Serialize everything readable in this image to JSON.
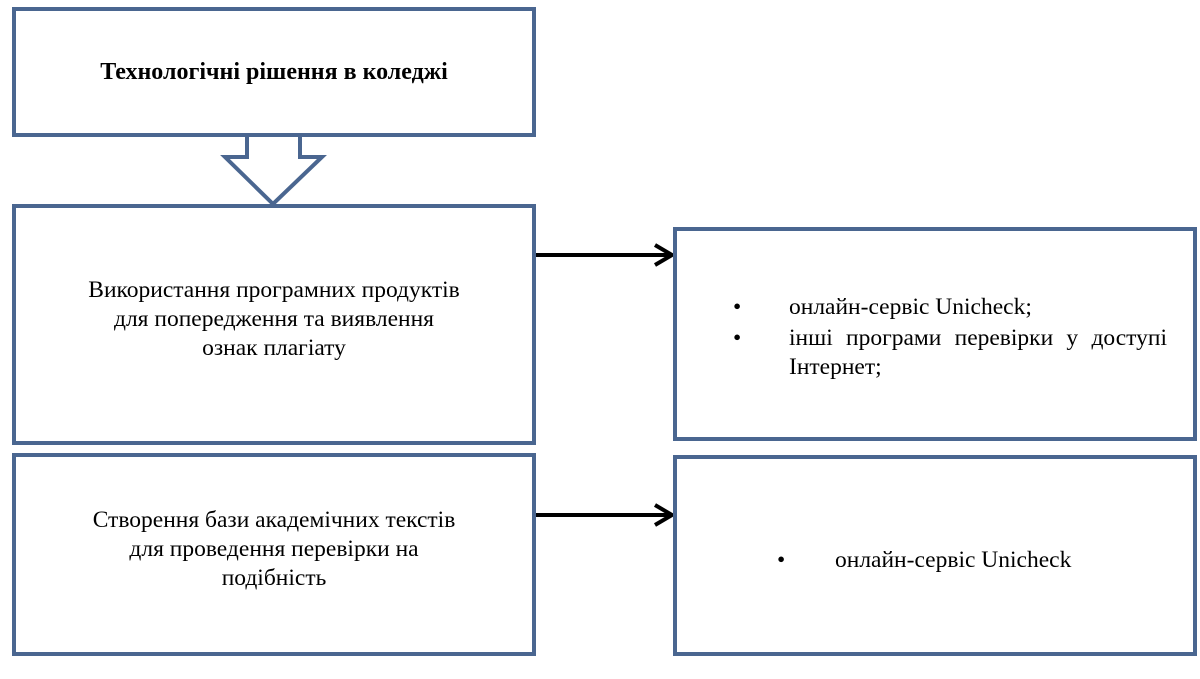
{
  "title": "Технологічні рішення в коледжі",
  "blocks": [
    {
      "text": "Використання програмних продуктів\nдля попередження та виявлення\nознак плагіату",
      "tools": [
        "онлайн-сервіс Unicheck;",
        "інші програми перевірки у доступі Інтернет;"
      ]
    },
    {
      "text": "Створення бази академічних текстів\nдля проведення перевірки на\nподібність",
      "tools": [
        "онлайн-сервіс Unicheck"
      ]
    }
  ],
  "bullet_symbol": "•",
  "colors": {
    "box_border": "#4a6690",
    "arrow": "#000000"
  }
}
